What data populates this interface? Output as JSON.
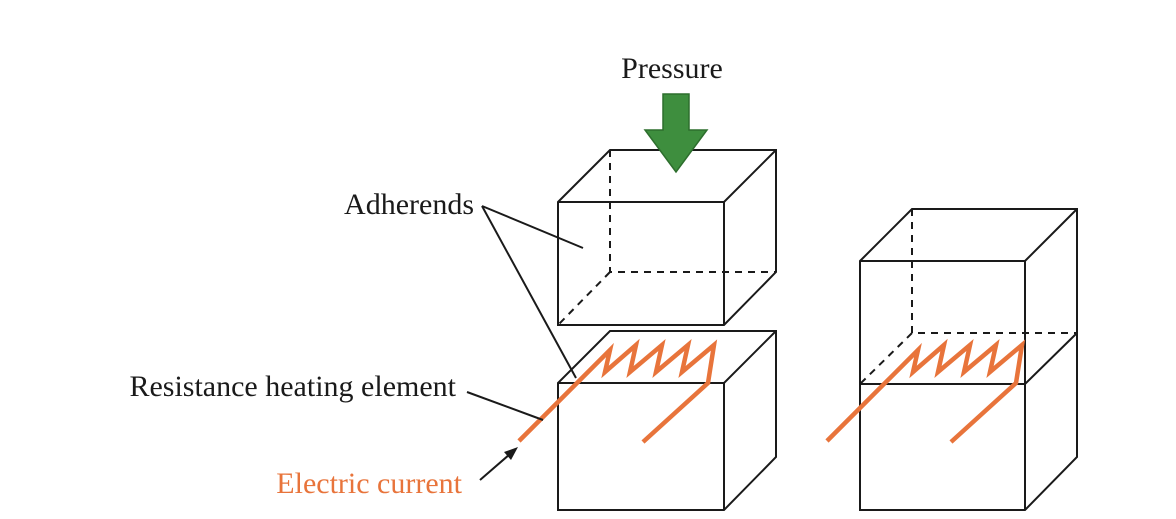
{
  "labels": {
    "pressure": "Pressure",
    "adherends": "Adherends",
    "heating_element": "Resistance heating element",
    "electric_current": "Electric current"
  },
  "colors": {
    "pressure_arrow": "#3e8e3e",
    "pressure_arrow_stroke": "#2d6e2d",
    "heating_wire": "#e8743b",
    "current_label": "#e8743b",
    "lines": "#1a1a1a"
  }
}
